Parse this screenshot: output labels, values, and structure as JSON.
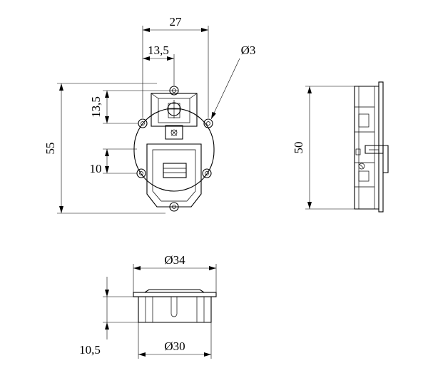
{
  "drawing": {
    "dimensions": {
      "width_top": "27",
      "half_width": "13,5",
      "hole_diameter": "Ø3",
      "upper_height": "13,5",
      "total_height": "55",
      "lower_offset": "10",
      "side_height": "50",
      "outer_diameter": "Ø34",
      "inner_diameter": "Ø30",
      "depth": "10,5"
    }
  }
}
